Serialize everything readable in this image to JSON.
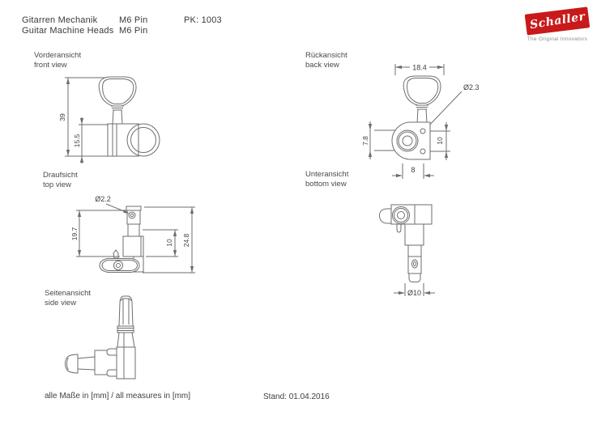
{
  "header": {
    "product_de": "Gitarren Mechanik",
    "product_en": "Guitar Machine Heads",
    "model": "M6 Pin",
    "model2": "M6 Pin",
    "pk": "PK: 1003"
  },
  "logo": {
    "brand": "Schaller",
    "tagline": "The Original Innovators",
    "brand_red": "#c81a1b"
  },
  "views": {
    "front": {
      "label_de": "Vorderansicht",
      "label_en": "front view",
      "dims": {
        "total_height": "39",
        "housing_height": "15.5"
      }
    },
    "back": {
      "label_de": "Rückansicht",
      "label_en": "back view",
      "dims": {
        "button_width": "18.4",
        "pin_hole_dia": "Ø2.3",
        "bushing_height": "7.8",
        "hole_spacing": "10",
        "hole_offset": "8"
      }
    },
    "top": {
      "label_de": "Draufsicht",
      "label_en": "top view",
      "dims": {
        "string_hole_dia": "Ø2.2",
        "post_height": "19.7",
        "housing_depth": "10",
        "overall_depth": "24.8"
      }
    },
    "bottom": {
      "label_de": "Unteransicht",
      "label_en": "bottom view",
      "dims": {
        "post_dia": "Ø10"
      }
    },
    "side": {
      "label_de": "Seitenansicht",
      "label_en": "side view"
    }
  },
  "footer": {
    "units_note": "alle Maße in [mm] / all measures in [mm]",
    "date": "Stand: 01.04.2016"
  },
  "colors": {
    "line": "#6e6e6e",
    "text": "#3f3f3f"
  }
}
